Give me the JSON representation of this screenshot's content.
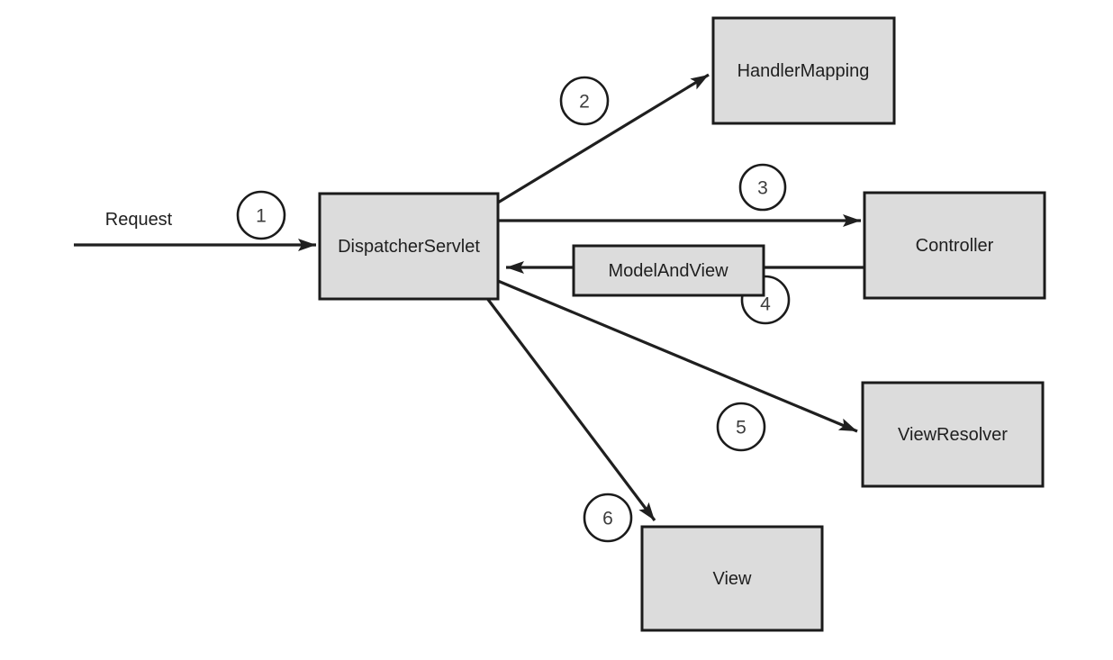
{
  "diagram": {
    "type": "flow-diagram",
    "subject": "Spring MVC DispatcherServlet request flow",
    "request_label": "Request",
    "nodes": {
      "dispatcher": {
        "label": "DispatcherServlet"
      },
      "handler_mapping": {
        "label": "HandlerMapping"
      },
      "controller": {
        "label": "Controller"
      },
      "model_and_view": {
        "label": "ModelAndView"
      },
      "view_resolver": {
        "label": "ViewResolver"
      },
      "view": {
        "label": "View"
      }
    },
    "steps": {
      "s1": "1",
      "s2": "2",
      "s3": "3",
      "s4": "4",
      "s5": "5",
      "s6": "6"
    },
    "flows": [
      {
        "step": "1",
        "from": "Request",
        "to": "DispatcherServlet"
      },
      {
        "step": "2",
        "from": "DispatcherServlet",
        "to": "HandlerMapping"
      },
      {
        "step": "3",
        "from": "DispatcherServlet",
        "to": "Controller"
      },
      {
        "step": "4",
        "from": "Controller",
        "to": "DispatcherServlet",
        "via": "ModelAndView"
      },
      {
        "step": "5",
        "from": "DispatcherServlet",
        "to": "ViewResolver"
      },
      {
        "step": "6",
        "from": "DispatcherServlet",
        "to": "View"
      }
    ],
    "colors": {
      "background": "#ffffff",
      "box_fill": "#dcdcdc",
      "box_border": "#1b1b1b",
      "arrow": "#1f1f1f",
      "circle_fill": "#ffffff",
      "text": "#1f1f1f"
    }
  }
}
